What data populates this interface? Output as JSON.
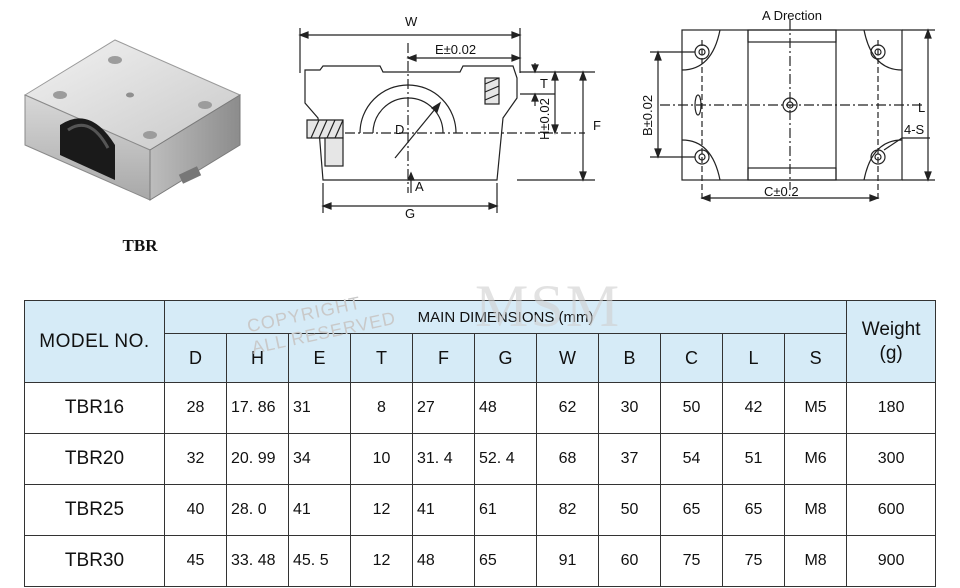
{
  "product": {
    "caption": "TBR"
  },
  "side_view": {
    "labels": {
      "W": "W",
      "E": "E±0.02",
      "T": "T",
      "H": "H±0.02",
      "F": "F",
      "D": "D",
      "A": "A",
      "G": "G"
    }
  },
  "top_view": {
    "labels": {
      "direction": "A Drection",
      "B": "B±0.02",
      "L": "L",
      "S": "4-S",
      "C": "C±0.2"
    }
  },
  "watermark": {
    "line1": "COPYRIGHT",
    "line2": "ALL RESERVED",
    "brand": "MSM"
  },
  "table": {
    "model_header": "MODEL NO.",
    "main_header": "MAIN DIMENSIONS (mm)",
    "weight_header_line1": "Weight",
    "weight_header_line2": "(g)",
    "columns": [
      "D",
      "H",
      "E",
      "T",
      "F",
      "G",
      "W",
      "B",
      "C",
      "L",
      "S"
    ],
    "rows": [
      {
        "model": "TBR16",
        "values": [
          "28",
          "17. 86",
          "31",
          "8",
          "27",
          "48",
          "62",
          "30",
          "50",
          "42",
          "M5"
        ],
        "weight": "180"
      },
      {
        "model": "TBR20",
        "values": [
          "32",
          "20. 99",
          "34",
          "10",
          "31. 4",
          "52. 4",
          "68",
          "37",
          "54",
          "51",
          "M6"
        ],
        "weight": "300"
      },
      {
        "model": "TBR25",
        "values": [
          "40",
          "28. 0",
          "41",
          "12",
          "41",
          "61",
          "82",
          "50",
          "65",
          "65",
          "M8"
        ],
        "weight": "600"
      },
      {
        "model": "TBR30",
        "values": [
          "45",
          "33. 48",
          "45. 5",
          "12",
          "48",
          "65",
          "91",
          "60",
          "75",
          "75",
          "M8"
        ],
        "weight": "900"
      }
    ]
  }
}
